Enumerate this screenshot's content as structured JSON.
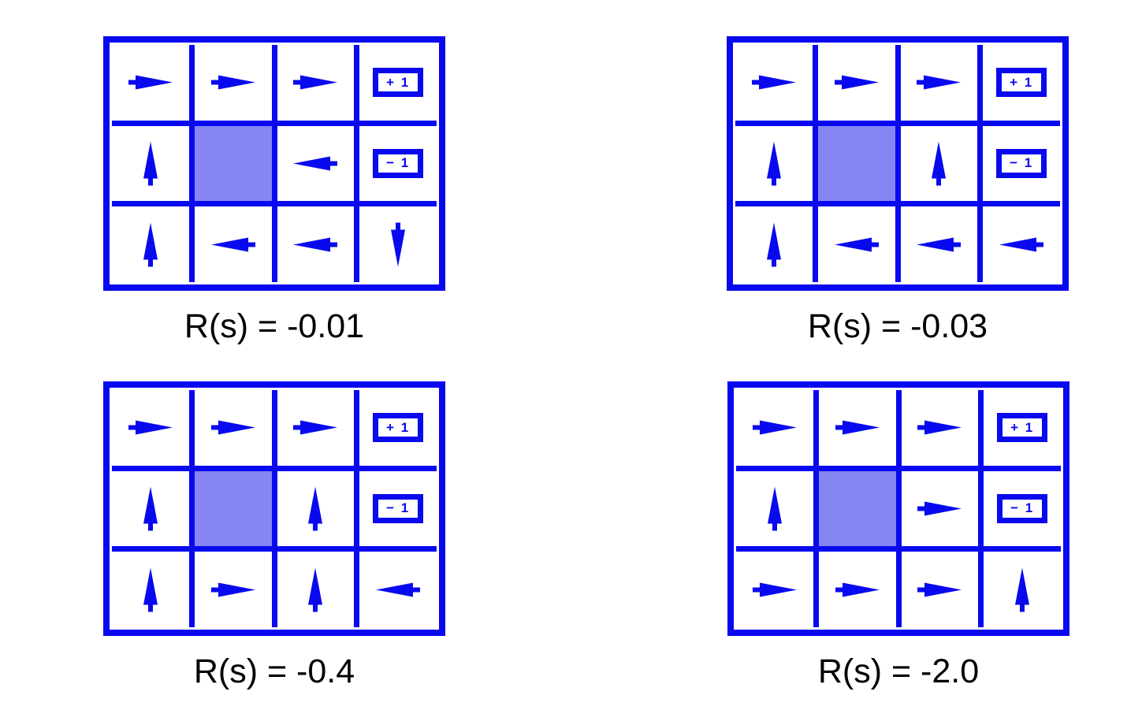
{
  "figure": {
    "description": "Optimal policies for the 4x3 gridworld under four state-reward values",
    "colors": {
      "blue": "#0909ef",
      "blocked_cell": "#8686f3",
      "label_text": "#000000",
      "background": "#ffffff"
    },
    "terminal_plus_label": "+ 1",
    "terminal_minus_label": "− 1",
    "panels": [
      {
        "label": "R(s) = -0.01",
        "rows": [
          [
            "right",
            "right",
            "right",
            "plus"
          ],
          [
            "up",
            "blocked",
            "left",
            "minus"
          ],
          [
            "up",
            "left",
            "left",
            "down"
          ]
        ]
      },
      {
        "label": "R(s) = -0.03",
        "rows": [
          [
            "right",
            "right",
            "right",
            "plus"
          ],
          [
            "up",
            "blocked",
            "up",
            "minus"
          ],
          [
            "up",
            "left",
            "left",
            "left"
          ]
        ]
      },
      {
        "label": "R(s) = -0.4",
        "rows": [
          [
            "right",
            "right",
            "right",
            "plus"
          ],
          [
            "up",
            "blocked",
            "up",
            "minus"
          ],
          [
            "up",
            "right",
            "up",
            "left"
          ]
        ]
      },
      {
        "label": "R(s) = -2.0",
        "rows": [
          [
            "right",
            "right",
            "right",
            "plus"
          ],
          [
            "up",
            "blocked",
            "right",
            "minus"
          ],
          [
            "right",
            "right",
            "right",
            "up"
          ]
        ]
      }
    ]
  }
}
